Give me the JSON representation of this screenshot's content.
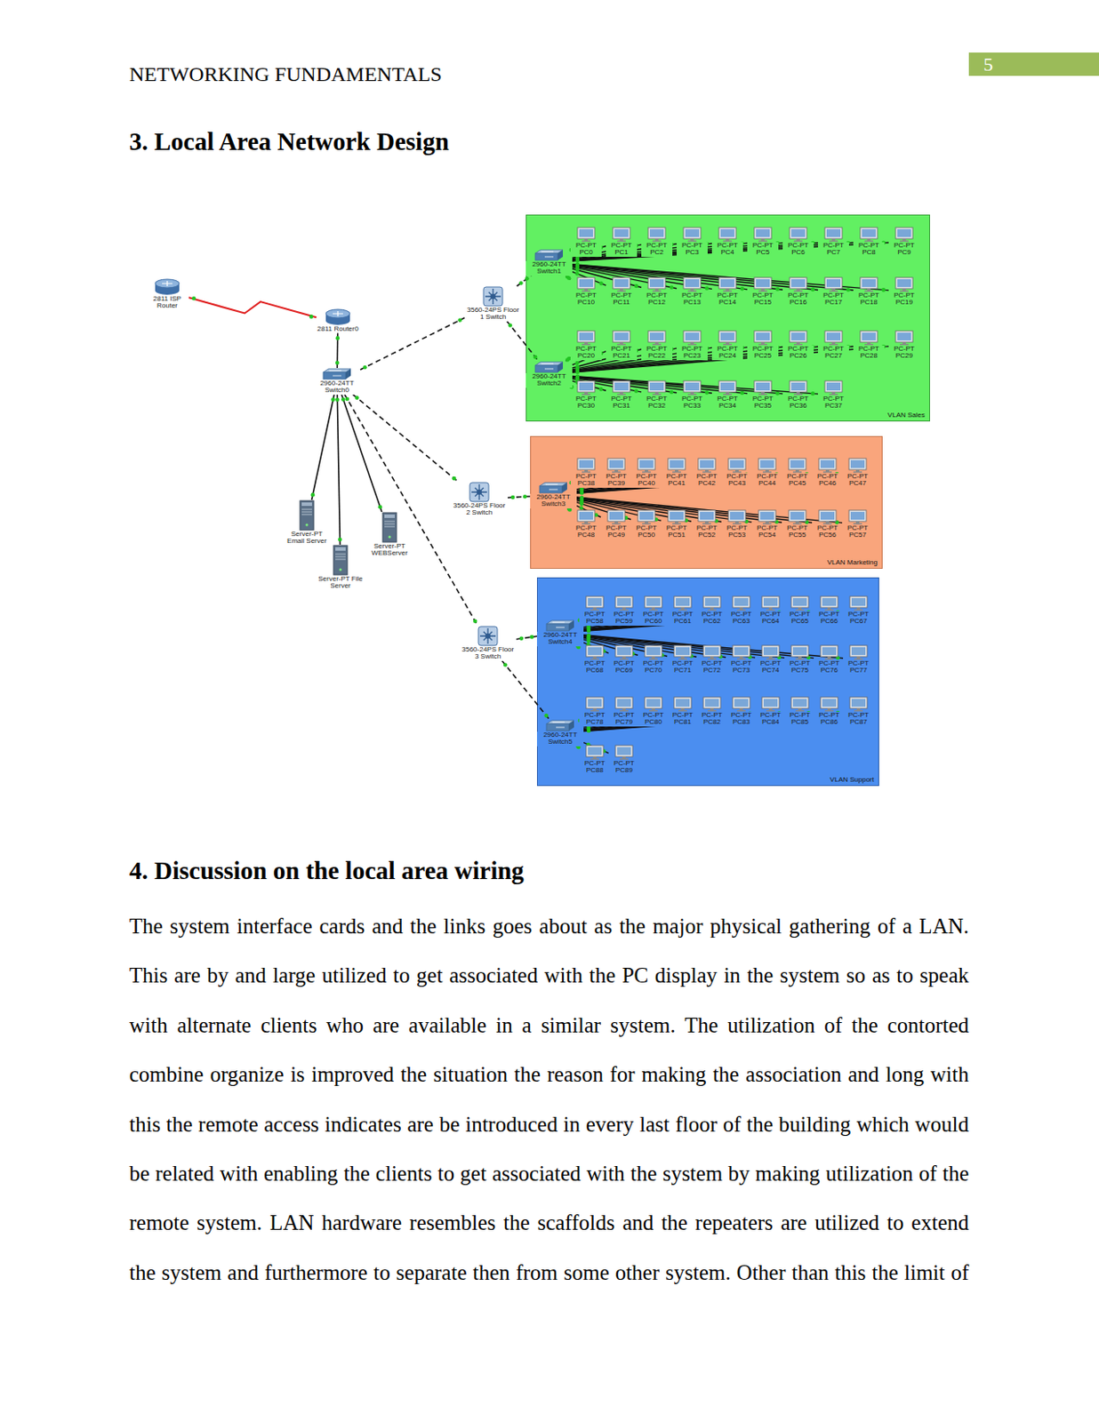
{
  "diagram": {
    "title": "3. Local Area Network Design",
    "nodes": [
      {
        "text": [
          "2811 ISP Router"
        ]
      },
      {
        "text": [
          "2811 Router0"
        ]
      },
      {
        "text": [
          "2960-24TT Switch0"
        ]
      },
      {
        "text": [
          "Server-PT Email Server"
        ]
      },
      {
        "text": [
          "Server-PT File Server"
        ]
      },
      {
        "text": [
          "Server-PT WEBServer"
        ]
      },
      {
        "text": [
          "3560-24PS Floor 1 Switch"
        ]
      },
      {
        "text": [
          "3560-24PS Floor 2 Switch"
        ]
      },
      {
        "text": [
          "3560-24PS Floor 3 Switch"
        ]
      },
      {
        "text": [
          "VLAN Sales"
        ]
      },
      {
        "text": [
          "2960-24TT Switch1"
        ],
        "in": 9
      },
      {
        "text": [
          "2960-24TT Switch2"
        ],
        "in": 9
      },
      {
        "text": [
          "PC-PT PC0"
        ],
        "in": 9
      },
      {
        "text": [
          "PC-PT PC1"
        ],
        "in": 9
      },
      {
        "text": [
          "PC-PT PC2"
        ],
        "in": 9
      },
      {
        "text": [
          "PC-PT PC3"
        ],
        "in": 9
      },
      {
        "text": [
          "PC-PT PC4"
        ],
        "in": 9
      },
      {
        "text": [
          "PC-PT PC5"
        ],
        "in": 9
      },
      {
        "text": [
          "PC-PT PC6"
        ],
        "in": 9
      },
      {
        "text": [
          "PC-PT PC7"
        ],
        "in": 9
      },
      {
        "text": [
          "PC-PT PC8"
        ],
        "in": 9
      },
      {
        "text": [
          "PC-PT PC9"
        ],
        "in": 9
      },
      {
        "text": [
          "PC-PT PC10"
        ],
        "in": 9
      },
      {
        "text": [
          "PC-PT PC11"
        ],
        "in": 9
      },
      {
        "text": [
          "PC-PT PC12"
        ],
        "in": 9
      },
      {
        "text": [
          "PC-PT PC13"
        ],
        "in": 9
      },
      {
        "text": [
          "PC-PT PC14"
        ],
        "in": 9
      },
      {
        "text": [
          "PC-PT PC15"
        ],
        "in": 9
      },
      {
        "text": [
          "PC-PT PC16"
        ],
        "in": 9
      },
      {
        "text": [
          "PC-PT PC17"
        ],
        "in": 9
      },
      {
        "text": [
          "PC-PT PC18"
        ],
        "in": 9
      },
      {
        "text": [
          "PC-PT PC19"
        ],
        "in": 9
      },
      {
        "text": [
          "PC-PT PC20"
        ],
        "in": 9
      },
      {
        "text": [
          "PC-PT PC21"
        ],
        "in": 9
      },
      {
        "text": [
          "PC-PT PC22"
        ],
        "in": 9
      },
      {
        "text": [
          "PC-PT PC23"
        ],
        "in": 9
      },
      {
        "text": [
          "PC-PT PC24"
        ],
        "in": 9
      },
      {
        "text": [
          "PC-PT PC25"
        ],
        "in": 9
      },
      {
        "text": [
          "PC-PT PC26"
        ],
        "in": 9
      },
      {
        "text": [
          "PC-PT PC27"
        ],
        "in": 9
      },
      {
        "text": [
          "PC-PT PC28"
        ],
        "in": 9
      },
      {
        "text": [
          "PC-PT PC29"
        ],
        "in": 9
      },
      {
        "text": [
          "PC-PT PC30"
        ],
        "in": 9
      },
      {
        "text": [
          "PC-PT PC31"
        ],
        "in": 9
      },
      {
        "text": [
          "PC-PT PC32"
        ],
        "in": 9
      },
      {
        "text": [
          "PC-PT PC33"
        ],
        "in": 9
      },
      {
        "text": [
          "PC-PT PC34"
        ],
        "in": 9
      },
      {
        "text": [
          "PC-PT PC35"
        ],
        "in": 9
      },
      {
        "text": [
          "PC-PT PC36"
        ],
        "in": 9
      },
      {
        "text": [
          "PC-PT PC37"
        ],
        "in": 9
      },
      {
        "text": [
          "VLAN Marketing"
        ]
      },
      {
        "text": [
          "2960-24TT Switch3"
        ],
        "in": 50
      },
      {
        "text": [
          "PC-PT PC38"
        ],
        "in": 50
      },
      {
        "text": [
          "PC-PT PC39"
        ],
        "in": 50
      },
      {
        "text": [
          "PC-PT PC40"
        ],
        "in": 50
      },
      {
        "text": [
          "PC-PT PC41"
        ],
        "in": 50
      },
      {
        "text": [
          "PC-PT PC42"
        ],
        "in": 50
      },
      {
        "text": [
          "PC-PT PC43"
        ],
        "in": 50
      },
      {
        "text": [
          "PC-PT PC44"
        ],
        "in": 50
      },
      {
        "text": [
          "PC-PT PC45"
        ],
        "in": 50
      },
      {
        "text": [
          "PC-PT PC46"
        ],
        "in": 50
      },
      {
        "text": [
          "PC-PT PC47"
        ],
        "in": 50
      },
      {
        "text": [
          "PC-PT PC48"
        ],
        "in": 50
      },
      {
        "text": [
          "PC-PT PC49"
        ],
        "in": 50
      },
      {
        "text": [
          "PC-PT PC50"
        ],
        "in": 50
      },
      {
        "text": [
          "PC-PT PC51"
        ],
        "in": 50
      },
      {
        "text": [
          "PC-PT PC52"
        ],
        "in": 50
      },
      {
        "text": [
          "PC-PT PC53"
        ],
        "in": 50
      },
      {
        "text": [
          "PC-PT PC54"
        ],
        "in": 50
      },
      {
        "text": [
          "PC-PT PC55"
        ],
        "in": 50
      },
      {
        "text": [
          "PC-PT PC56"
        ],
        "in": 50
      },
      {
        "text": [
          "PC-PT PC57"
        ],
        "in": 50
      },
      {
        "text": [
          "VLAN Support"
        ]
      },
      {
        "text": [
          "2960-24TT Switch4"
        ],
        "in": 72
      },
      {
        "text": [
          "2960-24TT Switch5"
        ],
        "in": 72
      },
      {
        "text": [
          "PC-PT PC58"
        ],
        "in": 72
      },
      {
        "text": [
          "PC-PT PC59"
        ],
        "in": 72
      },
      {
        "text": [
          "PC-PT PC60"
        ],
        "in": 72
      },
      {
        "text": [
          "PC-PT PC61"
        ],
        "in": 72
      },
      {
        "text": [
          "PC-PT PC62"
        ],
        "in": 72
      },
      {
        "text": [
          "PC-PT PC63"
        ],
        "in": 72
      },
      {
        "text": [
          "PC-PT PC64"
        ],
        "in": 72
      },
      {
        "text": [
          "PC-PT PC65"
        ],
        "in": 72
      },
      {
        "text": [
          "PC-PT PC66"
        ],
        "in": 72
      },
      {
        "text": [
          "PC-PT PC67"
        ],
        "in": 72
      },
      {
        "text": [
          "PC-PT PC68"
        ],
        "in": 72
      },
      {
        "text": [
          "PC-PT PC69"
        ],
        "in": 72
      },
      {
        "text": [
          "PC-PT PC70"
        ],
        "in": 72
      },
      {
        "text": [
          "PC-PT PC71"
        ],
        "in": 72
      },
      {
        "text": [
          "PC-PT PC72"
        ],
        "in": 72
      },
      {
        "text": [
          "PC-PT PC73"
        ],
        "in": 72
      },
      {
        "text": [
          "PC-PT PC74"
        ],
        "in": 72
      },
      {
        "text": [
          "PC-PT PC75"
        ],
        "in": 72
      },
      {
        "text": [
          "PC-PT PC76"
        ],
        "in": 72
      },
      {
        "text": [
          "PC-PT PC77"
        ],
        "in": 72
      },
      {
        "text": [
          "PC-PT PC78"
        ],
        "in": 72
      },
      {
        "text": [
          "PC-PT PC79"
        ],
        "in": 72
      },
      {
        "text": [
          "PC-PT PC80"
        ],
        "in": 72
      },
      {
        "text": [
          "PC-PT PC81"
        ],
        "in": 72
      },
      {
        "text": [
          "PC-PT PC82"
        ],
        "in": 72
      },
      {
        "text": [
          "PC-PT PC83"
        ],
        "in": 72
      },
      {
        "text": [
          "PC-PT PC84"
        ],
        "in": 72
      },
      {
        "text": [
          "PC-PT PC85"
        ],
        "in": 72
      },
      {
        "text": [
          "PC-PT PC86"
        ],
        "in": 72
      },
      {
        "text": [
          "PC-PT PC87"
        ],
        "in": 72
      },
      {
        "text": [
          "PC-PT PC88"
        ],
        "in": 72
      },
      {
        "text": [
          "PC-PT PC89"
        ],
        "in": 72
      }
    ],
    "edges": [
      {
        "from": 0,
        "to": 1,
        "arrow": "none"
      },
      {
        "from": 1,
        "to": 2,
        "arrow": "none"
      },
      {
        "from": 2,
        "to": 3,
        "arrow": "none"
      },
      {
        "from": 2,
        "to": 4,
        "arrow": "none"
      },
      {
        "from": 2,
        "to": 5,
        "arrow": "none"
      },
      {
        "from": 2,
        "to": 6,
        "arrow": "none"
      },
      {
        "from": 6,
        "to": 10,
        "arrow": "none"
      },
      {
        "from": 6,
        "to": 11,
        "arrow": "none"
      },
      {
        "from": 2,
        "to": 7,
        "arrow": "none"
      },
      {
        "from": 7,
        "to": 51,
        "arrow": "none"
      },
      {
        "from": 2,
        "to": 8,
        "arrow": "none"
      },
      {
        "from": 8,
        "to": 73,
        "arrow": "none"
      },
      {
        "from": 8,
        "to": 74,
        "arrow": "none"
      },
      {
        "from": 10,
        "to": 12,
        "arrow": "none"
      },
      {
        "from": 10,
        "to": 13,
        "arrow": "none"
      },
      {
        "from": 10,
        "to": 14,
        "arrow": "none"
      },
      {
        "from": 10,
        "to": 15,
        "arrow": "none"
      },
      {
        "from": 10,
        "to": 16,
        "arrow": "none"
      },
      {
        "from": 10,
        "to": 17,
        "arrow": "none"
      },
      {
        "from": 10,
        "to": 18,
        "arrow": "none"
      },
      {
        "from": 10,
        "to": 19,
        "arrow": "none"
      },
      {
        "from": 10,
        "to": 20,
        "arrow": "none"
      },
      {
        "from": 10,
        "to": 21,
        "arrow": "none"
      },
      {
        "from": 10,
        "to": 22,
        "arrow": "none"
      },
      {
        "from": 10,
        "to": 23,
        "arrow": "none"
      },
      {
        "from": 10,
        "to": 24,
        "arrow": "none"
      },
      {
        "from": 10,
        "to": 25,
        "arrow": "none"
      },
      {
        "from": 10,
        "to": 26,
        "arrow": "none"
      },
      {
        "from": 10,
        "to": 27,
        "arrow": "none"
      },
      {
        "from": 10,
        "to": 28,
        "arrow": "none"
      },
      {
        "from": 10,
        "to": 29,
        "arrow": "none"
      },
      {
        "from": 10,
        "to": 30,
        "arrow": "none"
      },
      {
        "from": 10,
        "to": 31,
        "arrow": "none"
      },
      {
        "from": 11,
        "to": 32,
        "arrow": "none"
      },
      {
        "from": 11,
        "to": 33,
        "arrow": "none"
      },
      {
        "from": 11,
        "to": 34,
        "arrow": "none"
      },
      {
        "from": 11,
        "to": 35,
        "arrow": "none"
      },
      {
        "from": 11,
        "to": 36,
        "arrow": "none"
      },
      {
        "from": 11,
        "to": 37,
        "arrow": "none"
      },
      {
        "from": 11,
        "to": 38,
        "arrow": "none"
      },
      {
        "from": 11,
        "to": 39,
        "arrow": "none"
      },
      {
        "from": 11,
        "to": 40,
        "arrow": "none"
      },
      {
        "from": 11,
        "to": 41,
        "arrow": "none"
      },
      {
        "from": 11,
        "to": 42,
        "arrow": "none"
      },
      {
        "from": 11,
        "to": 43,
        "arrow": "none"
      },
      {
        "from": 11,
        "to": 44,
        "arrow": "none"
      },
      {
        "from": 11,
        "to": 45,
        "arrow": "none"
      },
      {
        "from": 11,
        "to": 46,
        "arrow": "none"
      },
      {
        "from": 11,
        "to": 47,
        "arrow": "none"
      },
      {
        "from": 11,
        "to": 48,
        "arrow": "none"
      },
      {
        "from": 11,
        "to": 49,
        "arrow": "none"
      },
      {
        "from": 51,
        "to": 52,
        "arrow": "none"
      },
      {
        "from": 51,
        "to": 53,
        "arrow": "none"
      },
      {
        "from": 51,
        "to": 54,
        "arrow": "none"
      },
      {
        "from": 51,
        "to": 55,
        "arrow": "none"
      },
      {
        "from": 51,
        "to": 56,
        "arrow": "none"
      },
      {
        "from": 51,
        "to": 57,
        "arrow": "none"
      },
      {
        "from": 51,
        "to": 58,
        "arrow": "none"
      },
      {
        "from": 51,
        "to": 59,
        "arrow": "none"
      },
      {
        "from": 51,
        "to": 60,
        "arrow": "none"
      },
      {
        "from": 51,
        "to": 61,
        "arrow": "none"
      },
      {
        "from": 51,
        "to": 62,
        "arrow": "none"
      },
      {
        "from": 51,
        "to": 63,
        "arrow": "none"
      },
      {
        "from": 51,
        "to": 64,
        "arrow": "none"
      },
      {
        "from": 51,
        "to": 65,
        "arrow": "none"
      },
      {
        "from": 51,
        "to": 66,
        "arrow": "none"
      },
      {
        "from": 51,
        "to": 67,
        "arrow": "none"
      },
      {
        "from": 51,
        "to": 68,
        "arrow": "none"
      },
      {
        "from": 51,
        "to": 69,
        "arrow": "none"
      },
      {
        "from": 51,
        "to": 70,
        "arrow": "none"
      },
      {
        "from": 51,
        "to": 71,
        "arrow": "none"
      },
      {
        "from": 73,
        "to": 75,
        "arrow": "none"
      },
      {
        "from": 73,
        "to": 76,
        "arrow": "none"
      },
      {
        "from": 73,
        "to": 77,
        "arrow": "none"
      },
      {
        "from": 73,
        "to": 78,
        "arrow": "none"
      },
      {
        "from": 73,
        "to": 79,
        "arrow": "none"
      },
      {
        "from": 73,
        "to": 80,
        "arrow": "none"
      },
      {
        "from": 73,
        "to": 81,
        "arrow": "none"
      },
      {
        "from": 73,
        "to": 82,
        "arrow": "none"
      },
      {
        "from": 73,
        "to": 83,
        "arrow": "none"
      },
      {
        "from": 73,
        "to": 84,
        "arrow": "none"
      },
      {
        "from": 73,
        "to": 85,
        "arrow": "none"
      },
      {
        "from": 73,
        "to": 86,
        "arrow": "none"
      },
      {
        "from": 73,
        "to": 87,
        "arrow": "none"
      },
      {
        "from": 73,
        "to": 88,
        "arrow": "none"
      },
      {
        "from": 73,
        "to": 89,
        "arrow": "none"
      },
      {
        "from": 73,
        "to": 90,
        "arrow": "none"
      },
      {
        "from": 73,
        "to": 91,
        "arrow": "none"
      },
      {
        "from": 73,
        "to": 92,
        "arrow": "none"
      },
      {
        "from": 73,
        "to": 93,
        "arrow": "none"
      },
      {
        "from": 73,
        "to": 94,
        "arrow": "none"
      },
      {
        "from": 74,
        "to": 95,
        "arrow": "none"
      },
      {
        "from": 74,
        "to": 96,
        "arrow": "none"
      },
      {
        "from": 74,
        "to": 97,
        "arrow": "none"
      },
      {
        "from": 74,
        "to": 98,
        "arrow": "none"
      },
      {
        "from": 74,
        "to": 99,
        "arrow": "none"
      },
      {
        "from": 74,
        "to": 100,
        "arrow": "none"
      },
      {
        "from": 74,
        "to": 101,
        "arrow": "none"
      },
      {
        "from": 74,
        "to": 102,
        "arrow": "none"
      },
      {
        "from": 74,
        "to": 103,
        "arrow": "none"
      },
      {
        "from": 74,
        "to": 104,
        "arrow": "none"
      },
      {
        "from": 74,
        "to": 105,
        "arrow": "none"
      },
      {
        "from": 74,
        "to": 106,
        "arrow": "none"
      }
    ],
    "labels": [
      "NETWORKING FUNDAMENTALS",
      "5",
      "4. Discussion on the local area wiring",
      "The system interface cards and the links goes about as the major physical gathering of a LAN. This are by and large utilized to get associated with the PC display in the system so as to speak with alternate clients who are available in a similar system. The utilization of the contorted combine organize is improved the situation the reason for making the association and long with this the remote access indicates are be introduced in every last floor of the building which would be related with enabling the clients to get associated with the system by making utilization of the remote system. LAN hardware resembles the scaffolds and the repeaters are utilized to extend the system and furthermore to separate then from some other system. Other than this the limit of"
    ]
  }
}
